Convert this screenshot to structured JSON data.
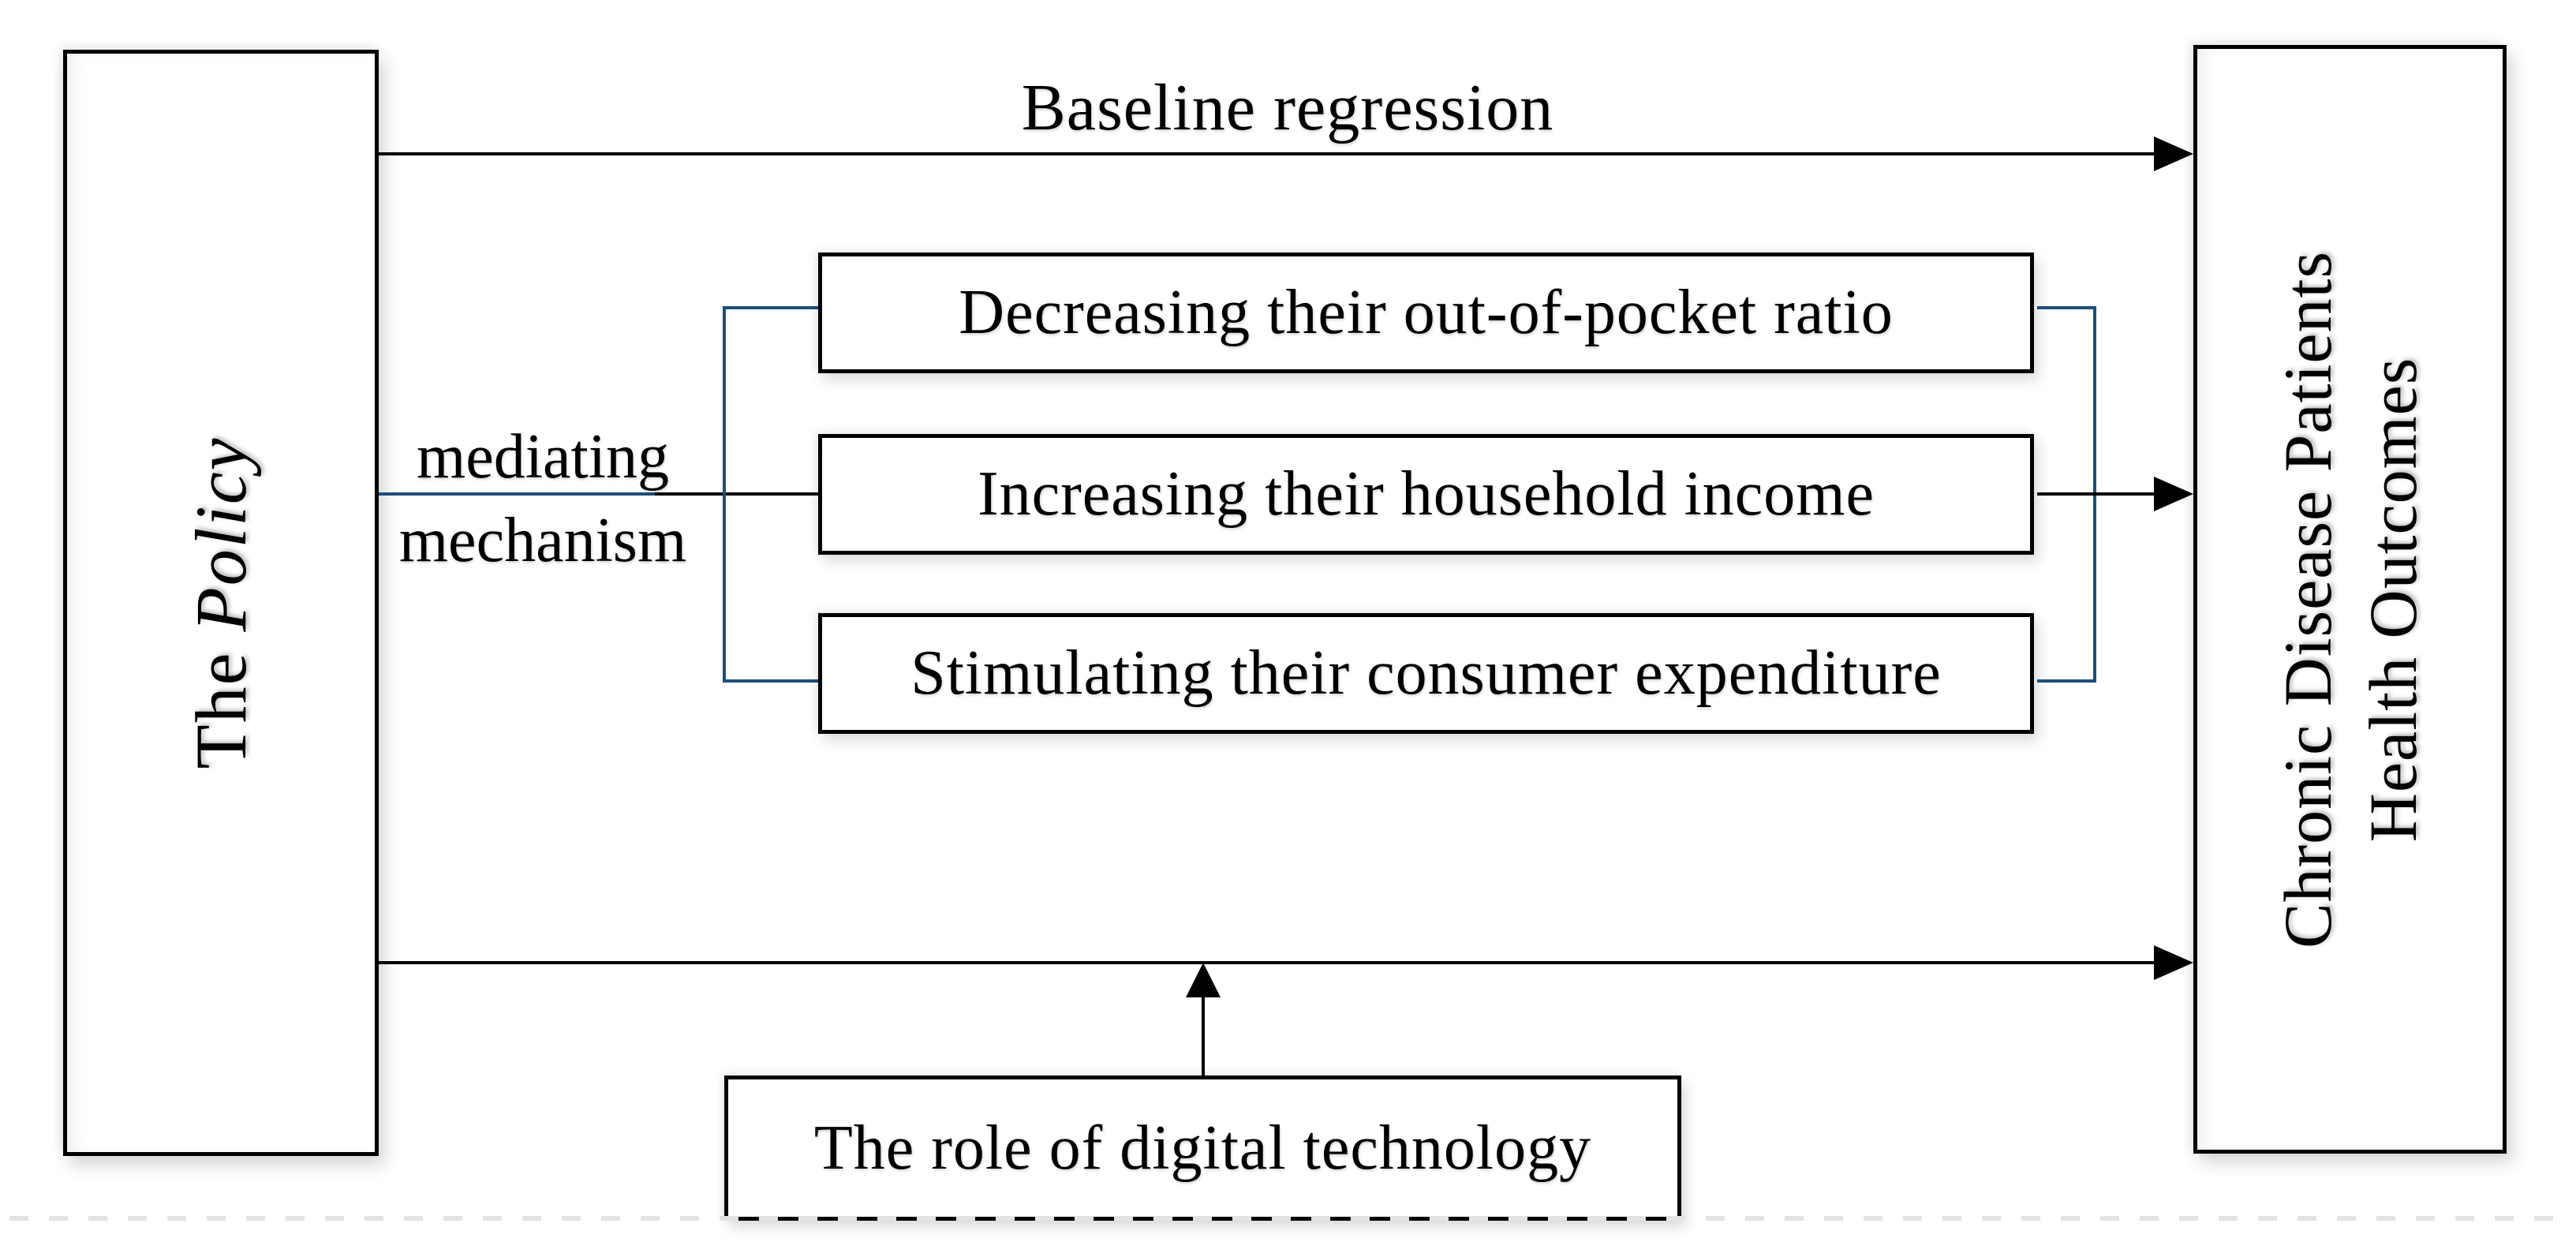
{
  "figure": {
    "left_box": {
      "label_regular": "The ",
      "label_italic": "Policy"
    },
    "right_box": {
      "line1": "Chronic Disease Patients",
      "line2": "Health Outcomes"
    },
    "top_arrow": {
      "label": "Baseline regression"
    },
    "mediating_label": {
      "line1": "mediating",
      "line2": "mechanism"
    },
    "mediators": [
      "Decreasing their out-of-pocket ratio",
      "Increasing their household income",
      "Stimulating their consumer expenditure"
    ],
    "bottom_box": {
      "label": "The role of digital technology"
    },
    "colors": {
      "line_black": "#000000",
      "bracket_blue": "#1f4e79",
      "dashed_gray": "#e3e3e3"
    }
  }
}
